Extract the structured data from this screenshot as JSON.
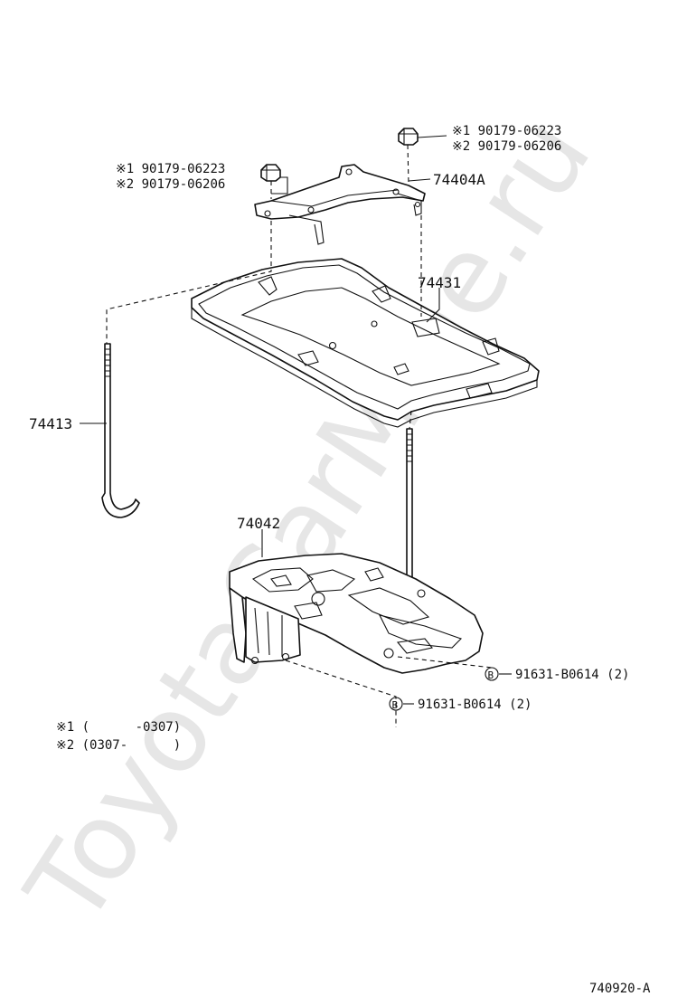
{
  "watermark": "ToyotaCarMine.ru",
  "callouts": {
    "nut_right_line1": "※1 90179-06223",
    "nut_right_line2": "※2 90179-06206",
    "nut_left_line1": "※1 90179-06223",
    "nut_left_line2": "※2 90179-06206",
    "clamp": "74404A",
    "tray": "74431",
    "rod": "74413",
    "carrier": "74042",
    "bolt_right": "91631-B0614 (2)",
    "bolt_left": "91631-B0614 (2)",
    "bolt_marker": "B"
  },
  "notes": {
    "note1": "※1 (      -0307)",
    "note2": "※2 (0307-      )"
  },
  "figure_id": "740920-A"
}
